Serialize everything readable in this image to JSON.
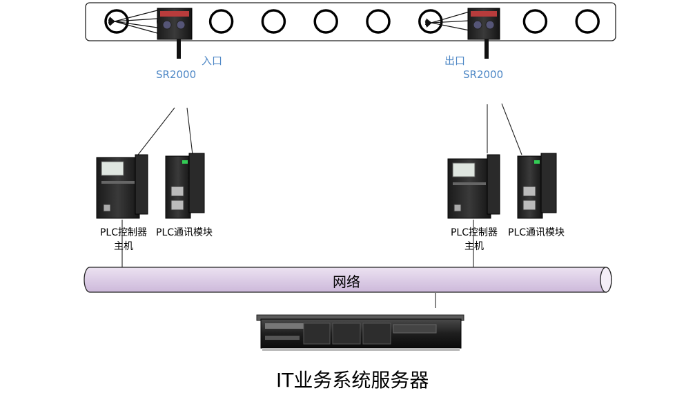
{
  "conveyor": {
    "rings": 10
  },
  "scanners": [
    {
      "zone_label": "入口",
      "model_label": "SR2000"
    },
    {
      "zone_label": "出口",
      "model_label": "SR2000"
    }
  ],
  "stations": [
    {
      "plc_main_label_line1": "PLC控制器",
      "plc_main_label_line2": "主机",
      "plc_comm_label": "PLC通讯模块"
    },
    {
      "plc_main_label_line1": "PLC控制器",
      "plc_main_label_line2": "主机",
      "plc_comm_label": "PLC通讯模块"
    }
  ],
  "network": {
    "label": "网络",
    "fill_color": "#e0d2e8",
    "stroke_color": "#222222"
  },
  "server": {
    "label": "IT业务系统服务器"
  },
  "colors": {
    "label_blue": "#4f88c6",
    "line": "#222222"
  }
}
